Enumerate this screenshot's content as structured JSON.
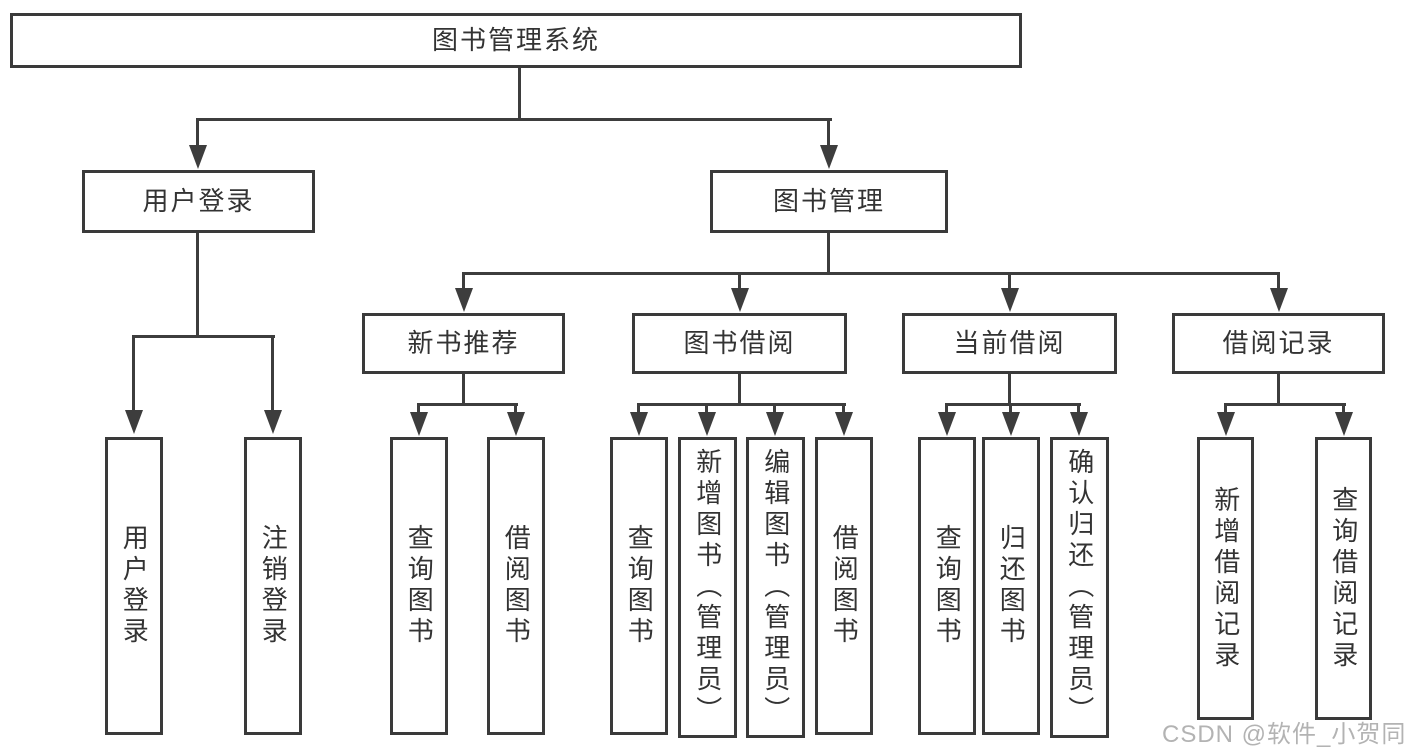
{
  "tree": {
    "root": "图书管理系统",
    "branches": [
      {
        "label": "用户登录",
        "children": [
          "用户登录",
          "注销登录"
        ]
      },
      {
        "label": "图书管理",
        "sections": [
          {
            "label": "新书推荐",
            "children": [
              "查询图书",
              "借阅图书"
            ]
          },
          {
            "label": "图书借阅",
            "children": [
              "查询图书",
              "新增图书（管理员）",
              "编辑图书（管理员）",
              "借阅图书"
            ]
          },
          {
            "label": "当前借阅",
            "children": [
              "查询图书",
              "归还图书",
              "确认归还（管理员）"
            ]
          },
          {
            "label": "借阅记录",
            "children": [
              "新增借阅记录",
              "查询借阅记录"
            ]
          }
        ]
      }
    ]
  },
  "watermark": "CSDN @软件_小贺同学",
  "colors": {
    "line": "#3d3d3d",
    "border": "#3a3a3a",
    "text": "#333333",
    "watermark": "#b3b3b3",
    "background": "#ffffff"
  }
}
